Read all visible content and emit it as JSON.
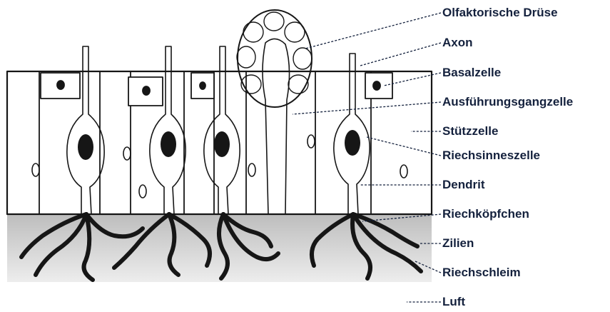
{
  "figure": {
    "subject": "olfactory epithelium cross-section",
    "labels": [
      "Olfaktorische Drüse",
      "Axon",
      "Basalzelle",
      "Ausführungsgangzelle",
      "Stützzelle",
      "Riechsinneszelle",
      "Dendrit",
      "Riechköpfchen",
      "Zilien",
      "Riechschleim",
      "Luft"
    ]
  },
  "colors": {
    "label_text": "#14213d",
    "leader_line": "#14213d",
    "ink": "#161616",
    "cell_fill": "#dcdcdc",
    "mucus_fill": "#c9c9c9"
  }
}
